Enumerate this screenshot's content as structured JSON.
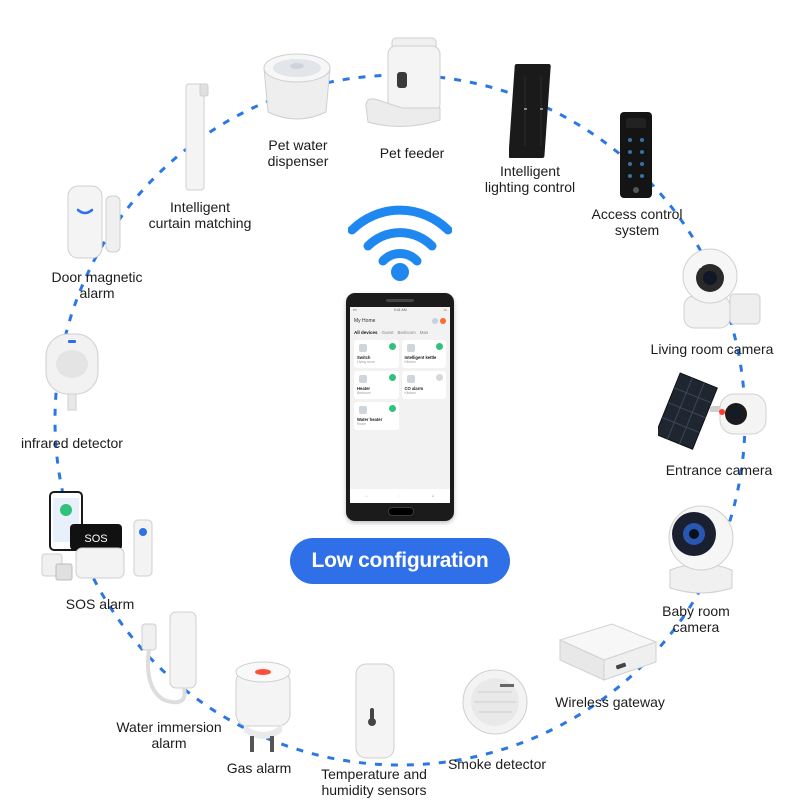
{
  "center": {
    "button_label": "Low configuration"
  },
  "app": {
    "status_time": "9:41 AM",
    "home_title": "My Home",
    "tabs": [
      "All devices",
      "Guest",
      "Bedroom",
      "Mas"
    ],
    "devices": [
      {
        "name": "Switch",
        "status": "Living room",
        "on": true
      },
      {
        "name": "Intelligent kettle",
        "status": "Kitchen",
        "on": true
      },
      {
        "name": "Heater",
        "status": "Bedroom",
        "on": true
      },
      {
        "name": "CO alarm",
        "status": "Kitchen",
        "on": false
      },
      {
        "name": "Water heater",
        "status": "Room",
        "on": true
      }
    ]
  },
  "devices": {
    "pet_water": [
      "Pet water",
      "dispenser"
    ],
    "pet_feeder": [
      "Pet feeder"
    ],
    "lighting": [
      "Intelligent",
      "lighting control"
    ],
    "access": [
      "Access control",
      "system"
    ],
    "living_cam": [
      "Living room camera"
    ],
    "entrance_cam": [
      "Entrance camera"
    ],
    "baby_cam": [
      "Baby room",
      "camera"
    ],
    "gateway": [
      "Wireless gateway"
    ],
    "smoke": [
      "Smoke detector"
    ],
    "temp": [
      "Temperature and",
      "humidity sensors"
    ],
    "gas": [
      "Gas alarm"
    ],
    "water_immersion": [
      "Water immersion",
      "alarm"
    ],
    "sos": [
      "SOS alarm"
    ],
    "infrared": [
      "infrared detector"
    ],
    "door": [
      "Door magnetic",
      "alarm"
    ],
    "curtain": [
      "Intelligent",
      "curtain matching"
    ]
  },
  "sos_screen_text": "SOS",
  "colors": {
    "accent_blue": "#2f6fe8",
    "wifi_blue": "#1e88f0",
    "dash_blue": "#2b78e4",
    "power_green": "#2fc27a",
    "alert_red": "#ff4d3a"
  },
  "icons": [
    "wifi-icon",
    "smartphone",
    "device-photos"
  ]
}
